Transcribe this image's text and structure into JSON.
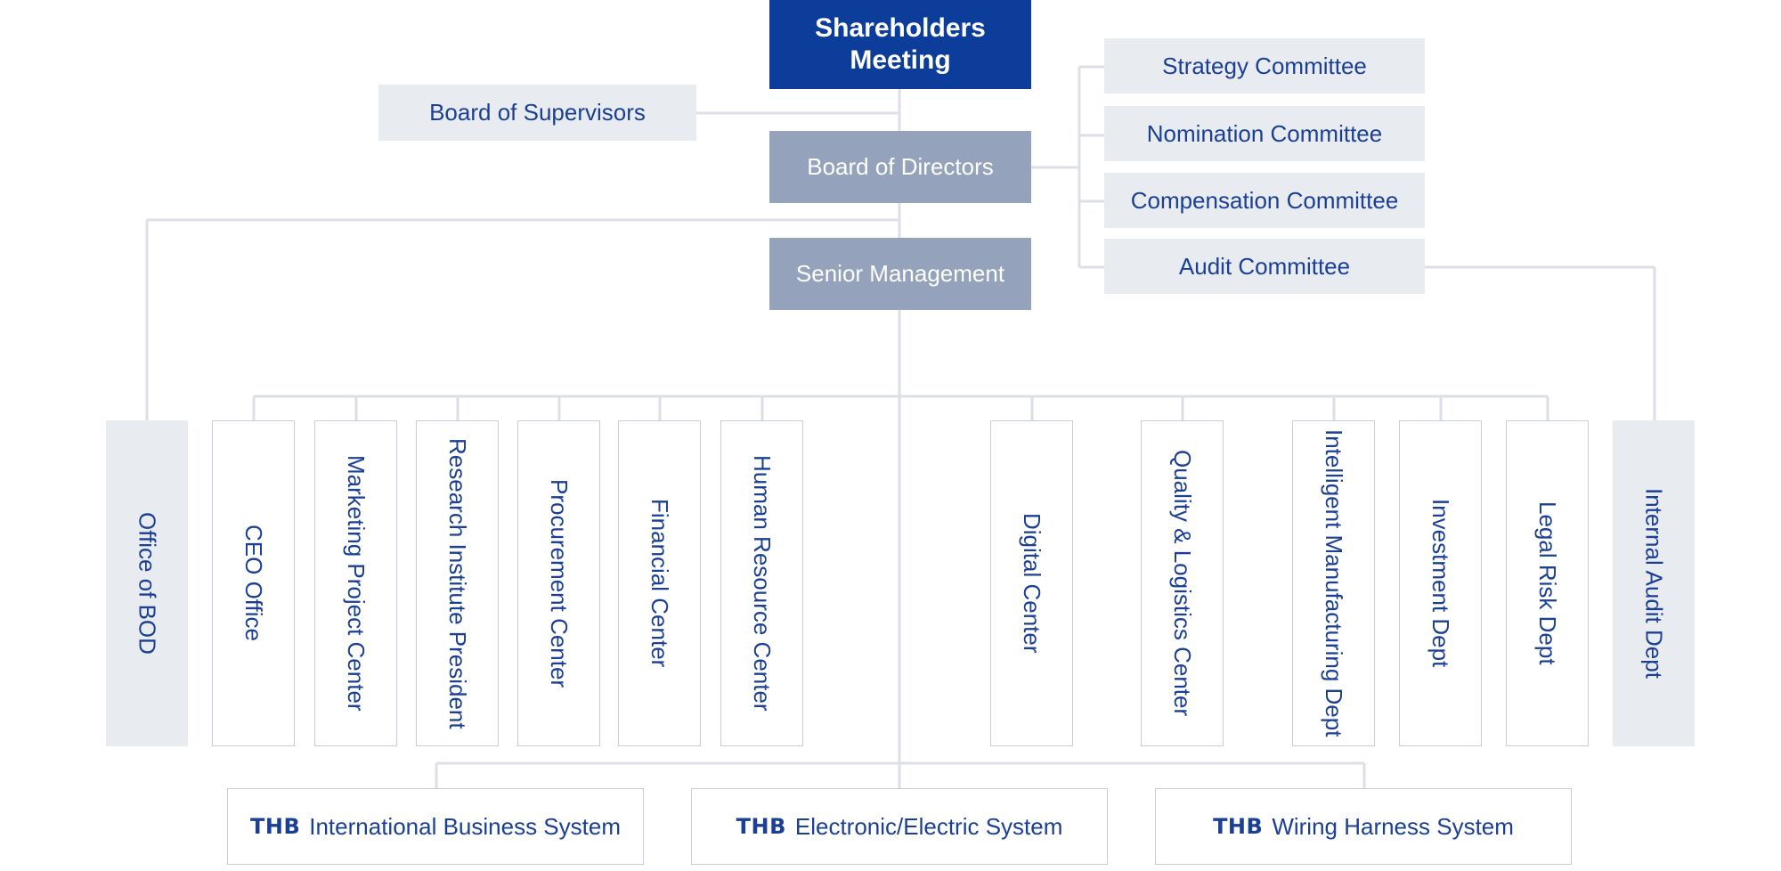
{
  "top": {
    "shareholders_line1": "Shareholders",
    "shareholders_line2": "Meeting",
    "board_of_supervisors": "Board of Supervisors",
    "board_of_directors": "Board of Directors",
    "senior_management": "Senior Management"
  },
  "committees": [
    {
      "label": "Strategy Committee"
    },
    {
      "label": "Nomination Committee"
    },
    {
      "label": "Compensation Committee"
    },
    {
      "label": "Audit Committee"
    }
  ],
  "departments": {
    "office_of_bod": "Office of BOD",
    "internal_audit": "Internal Audit Dept",
    "items": [
      {
        "label": "CEO Office"
      },
      {
        "label": "Marketing Project Center"
      },
      {
        "label": "Research Institute President"
      },
      {
        "label": "Procurement Center"
      },
      {
        "label": "Financial Center"
      },
      {
        "label": "Human Resource Center"
      },
      {
        "label": "Digital Center"
      },
      {
        "label": "Quality & Logistics Center"
      },
      {
        "label": "Intelligent Manufacturing Dept"
      },
      {
        "label": "Investment Dept"
      },
      {
        "label": "Legal Risk Dept"
      }
    ]
  },
  "systems": [
    {
      "brand": "THB",
      "label": "International Business System"
    },
    {
      "brand": "THB",
      "label": "Electronic/Electric System"
    },
    {
      "brand": "THB",
      "label": "Wiring Harness System"
    }
  ],
  "colors": {
    "primary": "#0c3d9a",
    "secondary": "#94a3bb",
    "light": "#e8ebf0",
    "line": "#dcdfe5",
    "text": "#1a3f94"
  }
}
